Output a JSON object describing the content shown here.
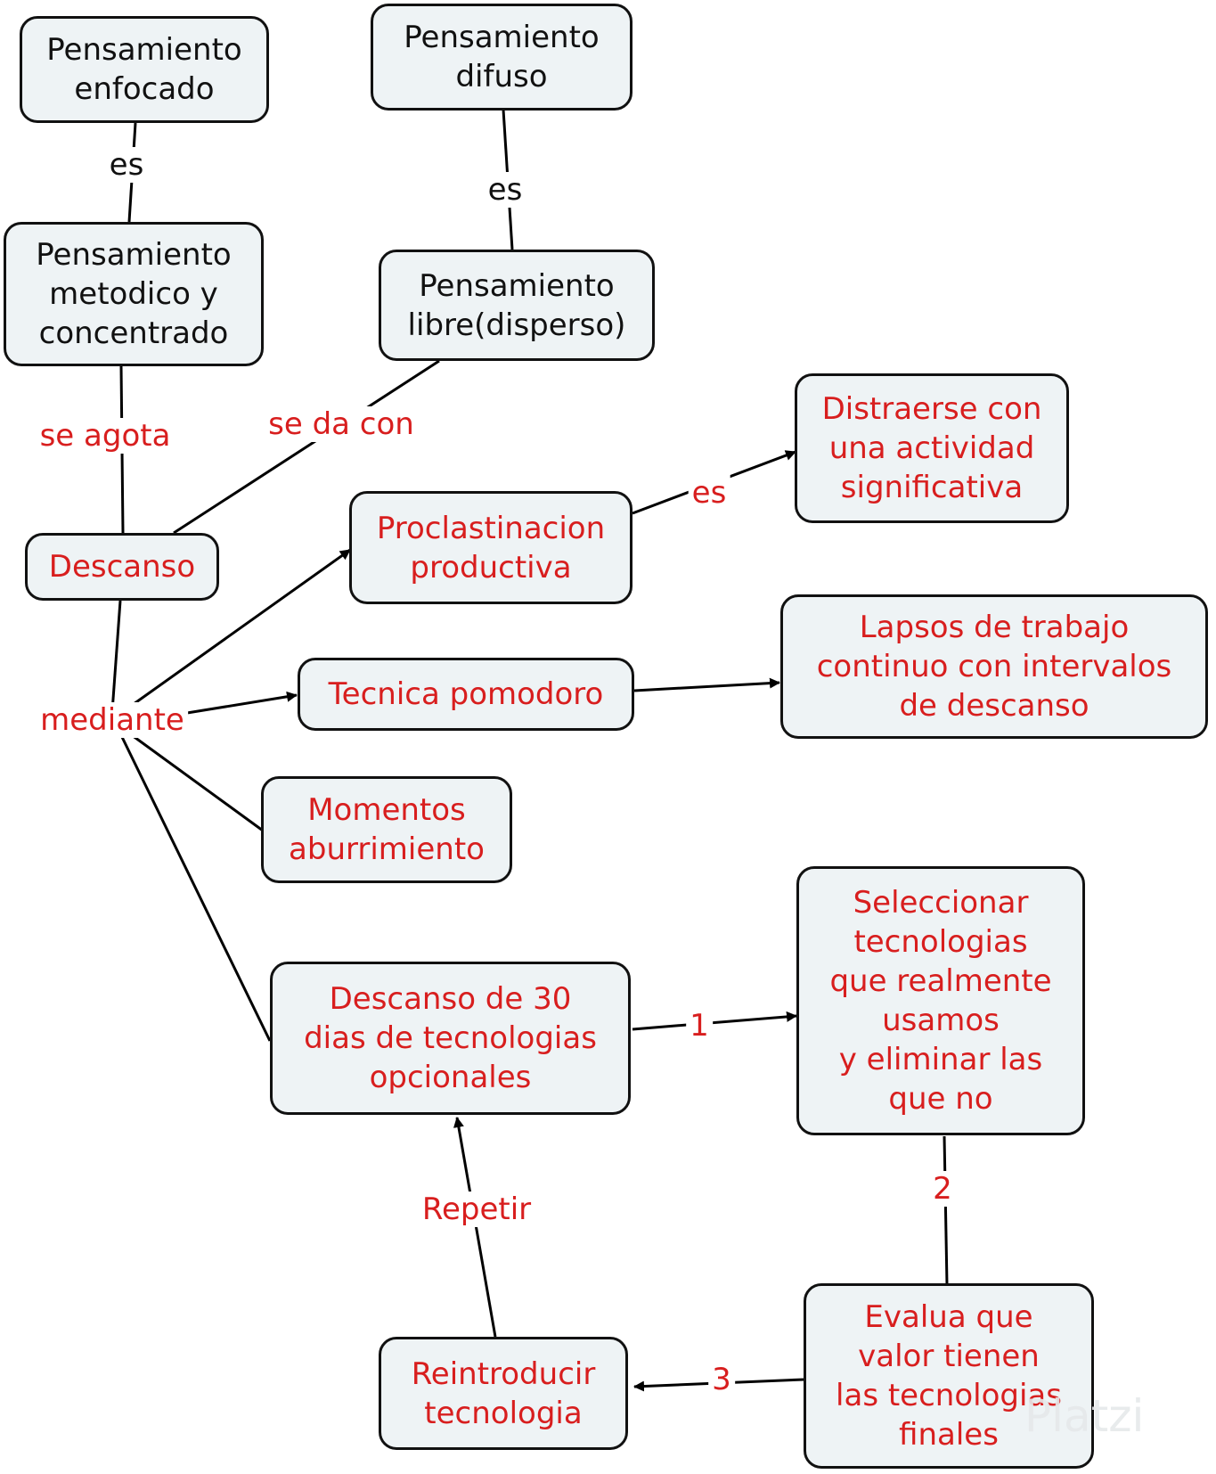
{
  "nodes": {
    "pensamiento_enfocado": "Pensamiento\nenfocado",
    "pensamiento_difuso": "Pensamiento\ndifuso",
    "pensamiento_metodico": "Pensamiento\nmetodico y\nconcentrado",
    "pensamiento_libre": "Pensamiento\nlibre(disperso)",
    "descanso": "Descanso",
    "distraerse": "Distraerse con\nuna actividad\nsignificativa",
    "proclastinacion": "Proclastinacion\nproductiva",
    "tecnica_pomodoro": "Tecnica pomodoro",
    "lapsos": "Lapsos de trabajo\ncontinuo con intervalos\nde descanso",
    "momentos": "Momentos\naburrimiento",
    "descanso_30": "Descanso de 30\ndias de tecnologias\nopcionales",
    "seleccionar": "Seleccionar\ntecnologias\nque realmente\nusamos\ny eliminar las\nque no",
    "evalua": "Evalua que\nvalor tienen\nlas tecnologias\nfinales",
    "reintroducir": "Reintroducir\ntecnologia"
  },
  "links": {
    "es_1": "es",
    "es_2": "es",
    "se_agota": "se agota",
    "se_da_con": "se da con",
    "es_3": "es",
    "mediante": "mediante",
    "step_1": "1",
    "step_2": "2",
    "step_3": "3",
    "repetir": "Repetir"
  },
  "watermark": "Platzi",
  "colors": {
    "node_fill": "#eef3f5",
    "node_border": "#111111",
    "text_black": "#111111",
    "text_red": "#d81e1e"
  }
}
